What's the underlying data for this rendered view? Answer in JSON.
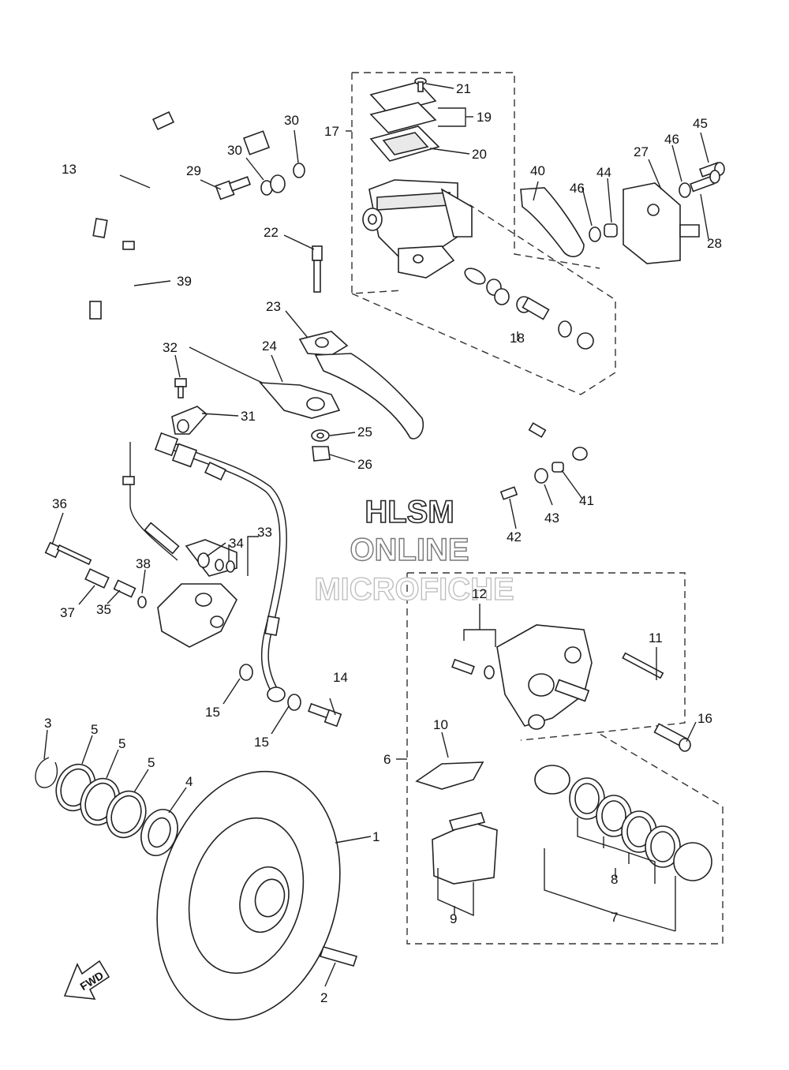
{
  "watermark": {
    "line1": "HLSM",
    "line2": "ONLINE",
    "line3": "MICROFICHE"
  },
  "direction_label": "FWD",
  "labels": [
    {
      "id": "1",
      "text": "1"
    },
    {
      "id": "2",
      "text": "2"
    },
    {
      "id": "3",
      "text": "3"
    },
    {
      "id": "4",
      "text": "4"
    },
    {
      "id": "5a",
      "text": "5"
    },
    {
      "id": "5b",
      "text": "5"
    },
    {
      "id": "5c",
      "text": "5"
    },
    {
      "id": "6",
      "text": "6"
    },
    {
      "id": "7",
      "text": "7"
    },
    {
      "id": "8",
      "text": "8"
    },
    {
      "id": "9",
      "text": "9"
    },
    {
      "id": "10",
      "text": "10"
    },
    {
      "id": "11",
      "text": "11"
    },
    {
      "id": "12",
      "text": "12"
    },
    {
      "id": "13",
      "text": "13"
    },
    {
      "id": "14",
      "text": "14"
    },
    {
      "id": "15a",
      "text": "15"
    },
    {
      "id": "15b",
      "text": "15"
    },
    {
      "id": "16",
      "text": "16"
    },
    {
      "id": "17",
      "text": "17"
    },
    {
      "id": "18",
      "text": "18"
    },
    {
      "id": "19",
      "text": "19"
    },
    {
      "id": "20",
      "text": "20"
    },
    {
      "id": "21",
      "text": "21"
    },
    {
      "id": "22",
      "text": "22"
    },
    {
      "id": "23",
      "text": "23"
    },
    {
      "id": "24",
      "text": "24"
    },
    {
      "id": "25",
      "text": "25"
    },
    {
      "id": "26",
      "text": "26"
    },
    {
      "id": "27",
      "text": "27"
    },
    {
      "id": "28",
      "text": "28"
    },
    {
      "id": "29",
      "text": "29"
    },
    {
      "id": "30a",
      "text": "30"
    },
    {
      "id": "30b",
      "text": "30"
    },
    {
      "id": "31",
      "text": "31"
    },
    {
      "id": "32",
      "text": "32"
    },
    {
      "id": "33",
      "text": "33"
    },
    {
      "id": "34",
      "text": "34"
    },
    {
      "id": "35",
      "text": "35"
    },
    {
      "id": "36",
      "text": "36"
    },
    {
      "id": "37",
      "text": "37"
    },
    {
      "id": "38",
      "text": "38"
    },
    {
      "id": "39",
      "text": "39"
    },
    {
      "id": "40",
      "text": "40"
    },
    {
      "id": "41",
      "text": "41"
    },
    {
      "id": "42",
      "text": "42"
    },
    {
      "id": "43",
      "text": "43"
    },
    {
      "id": "44",
      "text": "44"
    },
    {
      "id": "45",
      "text": "45"
    },
    {
      "id": "46a",
      "text": "46"
    },
    {
      "id": "46b",
      "text": "46"
    }
  ]
}
